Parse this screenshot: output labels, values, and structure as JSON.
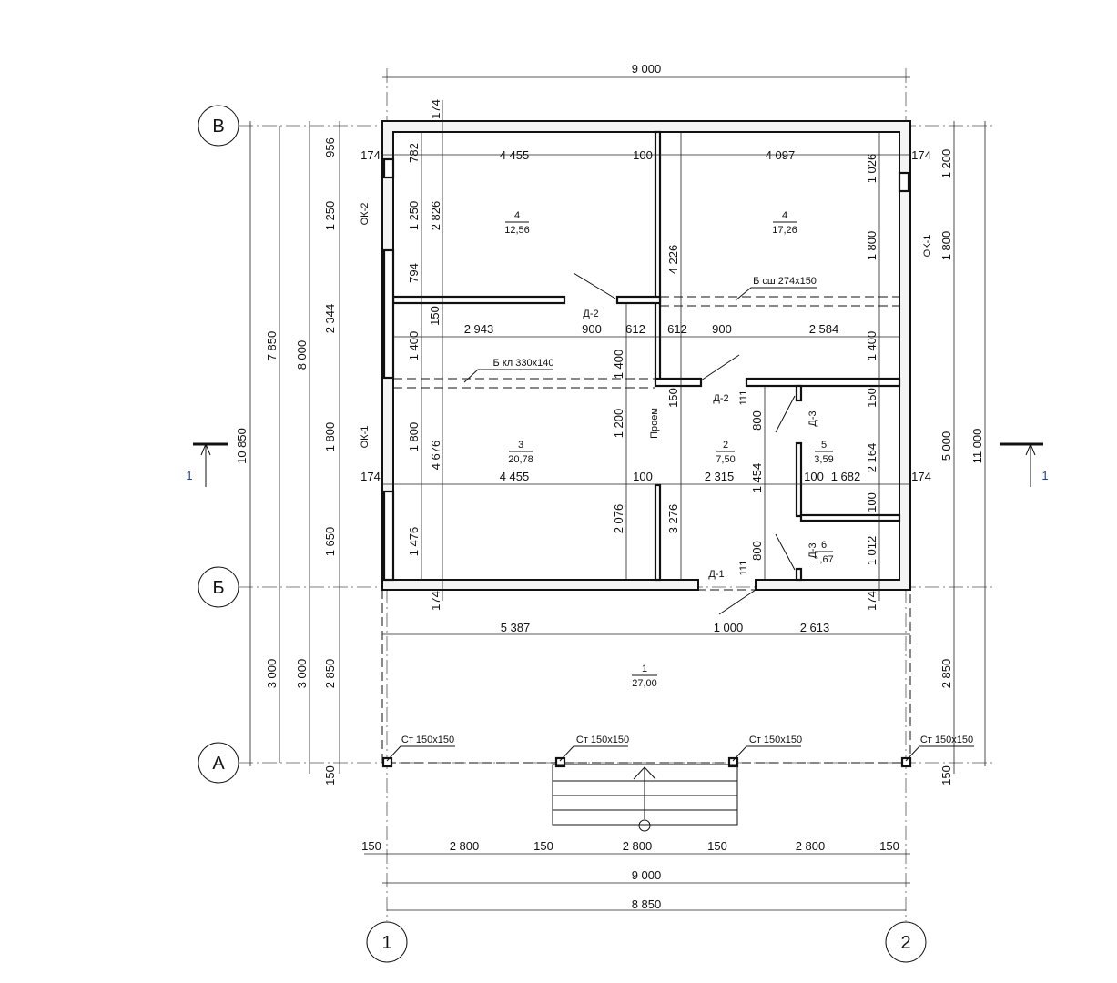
{
  "axes": {
    "rows": [
      "В",
      "Б",
      "А"
    ],
    "cols": [
      "1",
      "2"
    ]
  },
  "section_mark": "1",
  "rooms": [
    {
      "num": "4",
      "area": "12,56"
    },
    {
      "num": "4",
      "area": "17,26"
    },
    {
      "num": "3",
      "area": "20,78"
    },
    {
      "num": "2",
      "area": "7,50"
    },
    {
      "num": "5",
      "area": "3,59"
    },
    {
      "num": "6",
      "area": "1,67"
    },
    {
      "num": "1",
      "area": "27,00"
    }
  ],
  "dims": {
    "top": "9 000",
    "bottom_chain": [
      "150",
      "2 800",
      "150",
      "2 800",
      "150",
      "2 800",
      "150"
    ],
    "bottom_total": "9 000",
    "bottom_axes": "8 850",
    "row1": [
      "174",
      "4 455",
      "100",
      "4 097",
      "174"
    ],
    "row2": [
      "2 943",
      "900",
      "612",
      "612",
      "900",
      "2 584"
    ],
    "row3": [
      "174",
      "4 455",
      "100",
      "2 315",
      "100",
      "1 682",
      "174"
    ],
    "row4": [
      "5 387",
      "1 000",
      "2 613"
    ],
    "left_outer": [
      "956",
      "1 250",
      "2 344",
      "1 800",
      "1 650",
      "2 850",
      "150"
    ],
    "left_totals": [
      "8 000",
      "3 000",
      "7 850",
      "3 000",
      "10 850"
    ],
    "left_inner": [
      "782",
      "1 250",
      "794",
      "150",
      "1 400",
      "1 800",
      "1 476"
    ],
    "left_inner2": [
      "2 826",
      "4 676",
      "174",
      "174"
    ],
    "center": [
      "4 226",
      "1 400",
      "1 200",
      "2 076",
      "3 276",
      "150",
      "111",
      "800",
      "1 454",
      "800",
      "111"
    ],
    "right_inner": [
      "1 026",
      "1 800",
      "1 400",
      "150",
      "2 164",
      "100",
      "1 012",
      "174"
    ],
    "right_outer": [
      "1 200",
      "1 800",
      "5 000",
      "2 850",
      "150"
    ],
    "right_total": "11 000"
  },
  "labels": {
    "opening": "Проем",
    "doors": [
      "Д-2",
      "Д-2",
      "Д-1",
      "Д-3",
      "Д-3"
    ],
    "windows": [
      "ОК-2",
      "ОК-1",
      "ОК-1"
    ],
    "beam1": "Б сш 274х150",
    "beam2": "Б кл 330х140",
    "column": "Ст 150х150"
  }
}
